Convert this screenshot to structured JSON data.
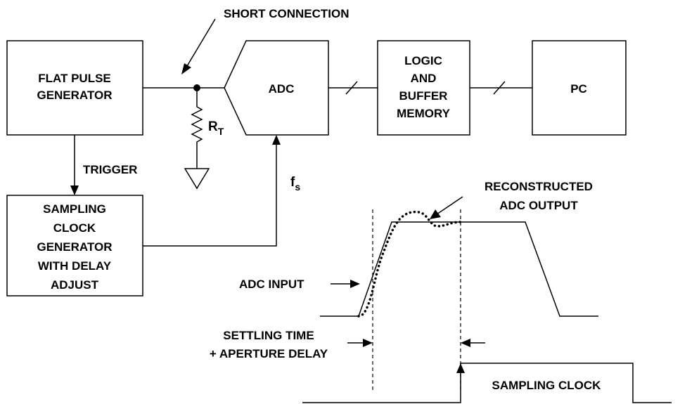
{
  "blocks": {
    "flat_pulse_generator": [
      "FLAT PULSE",
      "GENERATOR"
    ],
    "adc": "ADC",
    "logic_buffer": [
      "LOGIC",
      "AND",
      "BUFFER",
      "MEMORY"
    ],
    "pc": "PC",
    "sampling_clock_generator": [
      "SAMPLING",
      "CLOCK",
      "GENERATOR",
      "WITH DELAY",
      "ADJUST"
    ]
  },
  "labels": {
    "short_connection": "SHORT CONNECTION",
    "trigger": "TRIGGER",
    "rt_main": "R",
    "rt_sub": "T",
    "fs_main": "f",
    "fs_sub": "s",
    "reconstructed": [
      "RECONSTRUCTED",
      "ADC OUTPUT"
    ],
    "adc_input": "ADC INPUT",
    "settling": [
      "SETTLING TIME",
      "+ APERTURE DELAY"
    ],
    "sampling_clock": "SAMPLING CLOCK"
  }
}
